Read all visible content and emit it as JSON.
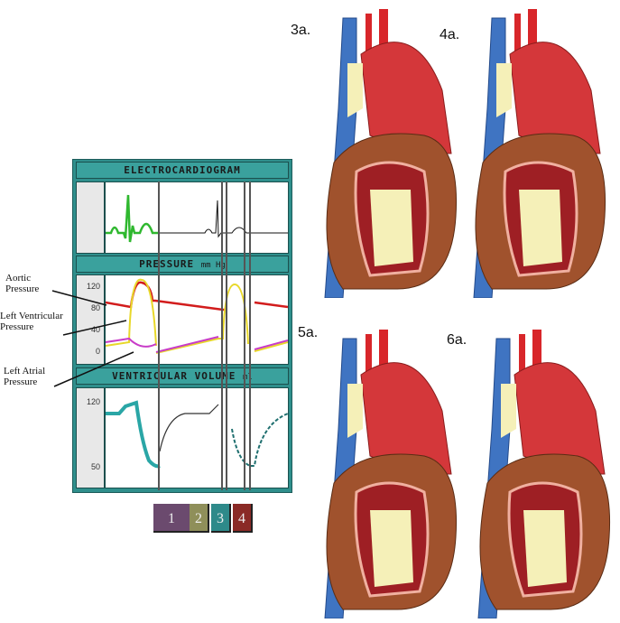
{
  "panel": {
    "ecg_title": "ELECTROCARDIOGRAM",
    "pressure_title": "PRESSURE",
    "pressure_unit": "mm Hg",
    "pressure_ticks": [
      "120",
      "80",
      "40",
      "0"
    ],
    "volume_title": "VENTRICULAR VOLUME",
    "volume_unit": "ml",
    "volume_ticks": [
      "120",
      "50"
    ]
  },
  "callouts": {
    "aortic": "Aortic Pressure",
    "lv": "Left Ventricular Pressure",
    "la": "Left Atrial Pressure"
  },
  "phase_tabs": [
    {
      "label": "1",
      "color": "#6b4a6e"
    },
    {
      "label": "2",
      "color": "#8f8f5a"
    },
    {
      "label": "3",
      "color": "#2e8a8a"
    },
    {
      "label": "4",
      "color": "#8a2a26"
    }
  ],
  "hearts": [
    {
      "label": "3a."
    },
    {
      "label": "4a."
    },
    {
      "label": "5a."
    },
    {
      "label": "6a."
    }
  ]
}
